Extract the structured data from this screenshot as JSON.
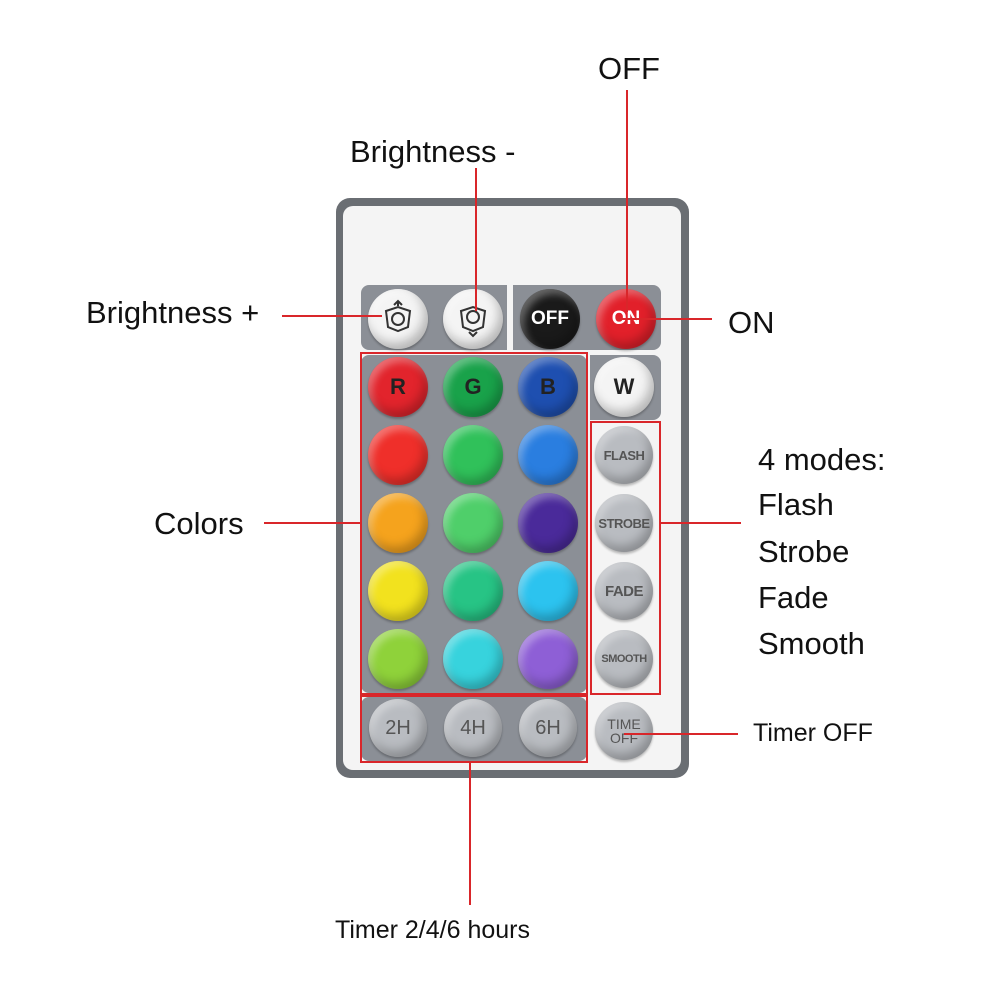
{
  "annotations": {
    "off": "OFF",
    "brightness_minus": "Brightness -",
    "brightness_plus": "Brightness +",
    "on": "ON",
    "colors": "Colors",
    "modes_title": "4 modes:",
    "modes": [
      "Flash",
      "Strobe",
      "Fade",
      "Smooth"
    ],
    "timer_off": "Timer OFF",
    "timer_hours": "Timer 2/4/6 hours"
  },
  "remote": {
    "off_button": "OFF",
    "on_button": "ON",
    "rgb_buttons": [
      "R",
      "G",
      "B"
    ],
    "white_button": "W",
    "mode_buttons": [
      "FLASH",
      "STROBE",
      "FADE",
      "SMOOTH"
    ],
    "timer_buttons": [
      "2H",
      "4H",
      "6H"
    ],
    "time_off_button": [
      "TIME",
      "OFF"
    ]
  },
  "colors": {
    "accent_line": "#d9262a",
    "rows": [
      [
        "#e2242c",
        "#19a24a",
        "#1e4fb0"
      ],
      [
        "#ef2f2a",
        "#30c15a",
        "#2a7ee0"
      ],
      [
        "#f5a31d",
        "#4fcf6a",
        "#4a2a9a"
      ],
      [
        "#f2e21e",
        "#27c485",
        "#2cc3ef"
      ],
      [
        "#8fd23a",
        "#37d3dd",
        "#8e5fd6"
      ]
    ]
  }
}
